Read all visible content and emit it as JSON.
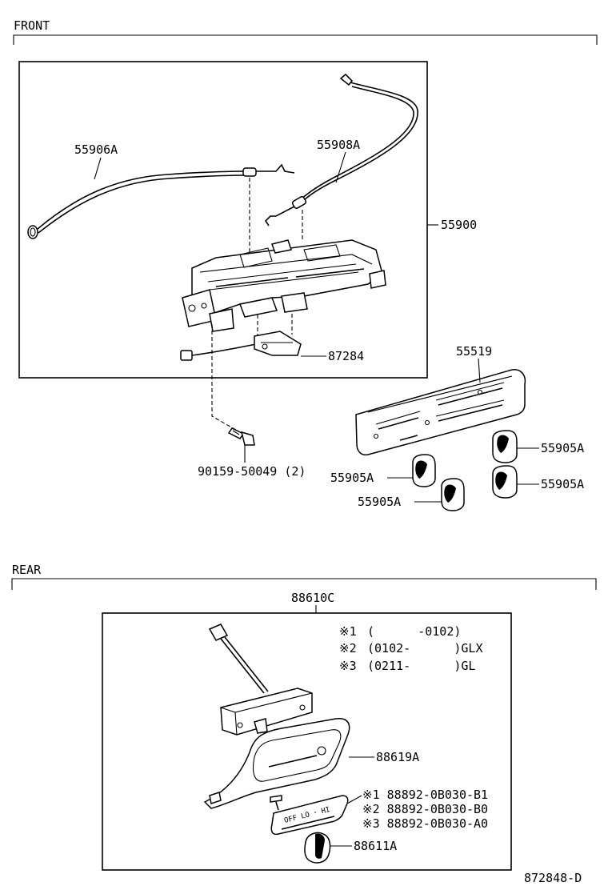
{
  "sections": {
    "front": "FRONT",
    "rear": "REAR"
  },
  "front_parts": {
    "p55906A": "55906A",
    "p55908A": "55908A",
    "p55900": "55900",
    "p87284": "87284",
    "p55519": "55519",
    "p90159": "90159-50049 (2)",
    "knob_right_top": "55905A",
    "knob_left_mid": "55905A",
    "knob_right_bottom": "55905A",
    "knob_left_bottom": "55905A"
  },
  "rear_parts": {
    "p88610C": "88610C",
    "p88619A": "88619A",
    "p88611A": "88611A"
  },
  "notes": {
    "n1_mark": "※1",
    "n1_text": "(      -0102)",
    "n2_mark": "※2",
    "n2_text": "(0102-      )GLX",
    "n3_mark": "※3",
    "n3_text": "(0211-      )GL"
  },
  "plate_variants": {
    "v1": "※1 88892-0B030-B1",
    "v2": "※2 88892-0B030-B0",
    "v3": "※3 88892-0B030-A0"
  },
  "plate_marking": "OFF LO ･ HI",
  "diagram_id": "872848-D"
}
